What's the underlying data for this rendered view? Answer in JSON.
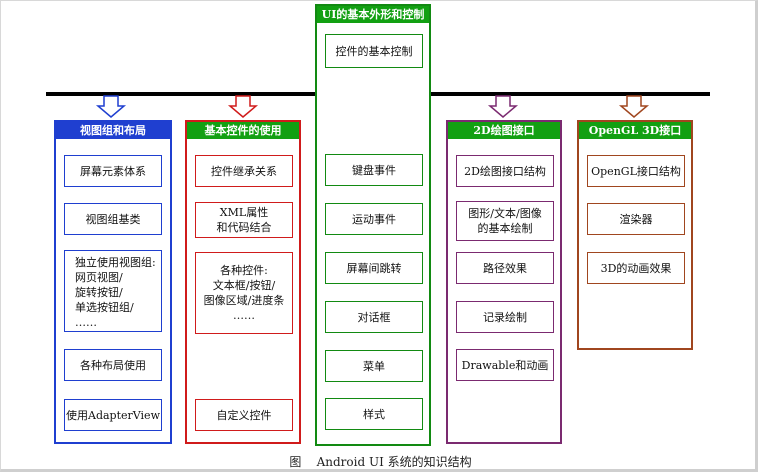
{
  "colors": {
    "blue": "#1f3fd0",
    "red": "#d01b1b",
    "green": "#128a12",
    "purple": "#7b2a70",
    "brown": "#a0461f"
  },
  "caption": "图    Android UI 系统的知识结构",
  "center": {
    "title": "UI的基本外形和控制",
    "top_item": "控件的基本控制",
    "items": [
      "键盘事件",
      "运动事件",
      "屏幕间跳转",
      "对话框",
      "菜单",
      "样式"
    ]
  },
  "groups": [
    {
      "title": "视图组和布局",
      "items": [
        "屏幕元素体系",
        "视图组基类",
        "独立使用视图组:\n网页视图/\n旋转按钮/\n单选按钮组/\n……",
        "各种布局使用",
        "使用AdapterView"
      ]
    },
    {
      "title": "基本控件的使用",
      "items": [
        "控件继承关系",
        "XML属性\n和代码结合",
        "各种控件:\n文本框/按钮/\n图像区域/进度条\n……",
        "自定义控件"
      ]
    },
    {
      "title": "2D绘图接口",
      "items": [
        "2D绘图接口结构",
        "图形/文本/图像\n的基本绘制",
        "路径效果",
        "记录绘制",
        "Drawable和动画"
      ]
    },
    {
      "title": "OpenGL 3D接口",
      "items": [
        "OpenGL接口结构",
        "渲染器",
        "3D的动画效果"
      ]
    }
  ]
}
